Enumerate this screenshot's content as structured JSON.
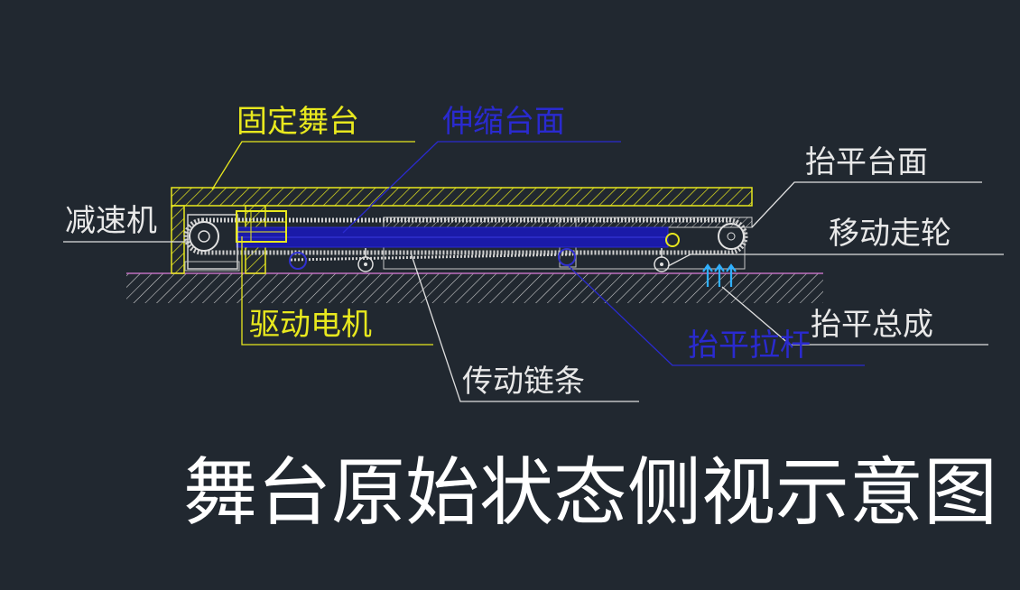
{
  "canvas": {
    "background": "#212830"
  },
  "colors": {
    "white_line": "#ffffff",
    "yellow": "#e8e81e",
    "blue": "#2020c8",
    "dark_blue": "#1a1aa8",
    "cyan": "#2fb0ff",
    "magenta_ground": "#c070c0",
    "gray": "#c8c8c8"
  },
  "labels": {
    "fixed_stage": "固定舞台",
    "telescopic_deck": "伸缩台面",
    "leveling_deck": "抬平台面",
    "reducer": "减速机",
    "moving_wheel": "移动走轮",
    "drive_motor": "驱动电机",
    "leveling_assembly": "抬平总成",
    "leveling_rod": "抬平拉杆",
    "drive_chain": "传动链条"
  },
  "title": "舞台原始状态侧视示意图"
}
